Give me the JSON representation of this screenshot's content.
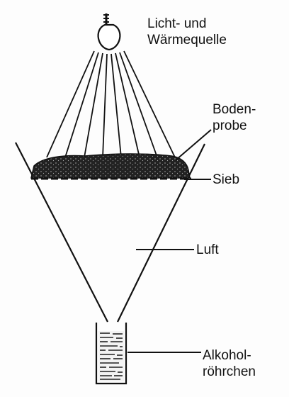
{
  "labels": {
    "light_source": [
      "Licht- und",
      "Wärmequelle"
    ],
    "soil_sample": [
      "Boden-",
      "probe"
    ],
    "sieve": "Sieb",
    "air": "Luft",
    "alcohol_tube": [
      "Alkohol-",
      "röhrchen"
    ]
  },
  "colors": {
    "ink": "#111111",
    "background": "#fdfdfd"
  },
  "icons": {
    "light_source": "light-bulb-icon"
  }
}
